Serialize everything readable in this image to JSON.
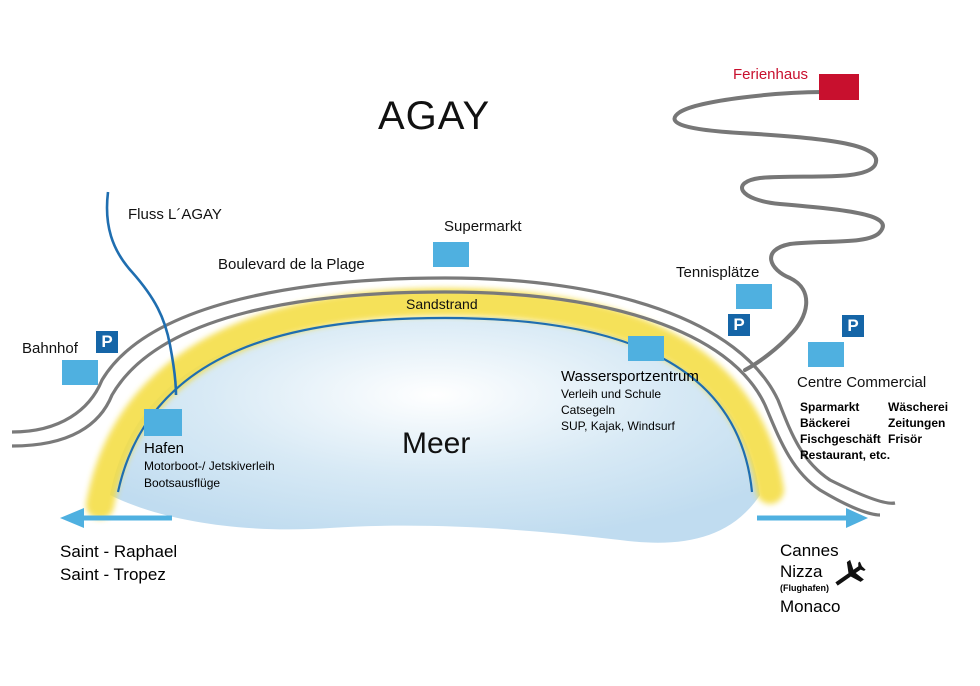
{
  "title": "AGAY",
  "sea": "Meer",
  "river": "Fluss L´AGAY",
  "road": "Boulevard de la Plage",
  "beach": "Sandstrand",
  "supermarket": "Supermarkt",
  "tennis": "Tennisplätze",
  "station": "Bahnhof",
  "parking": "P",
  "holiday_home": "Ferienhaus",
  "harbor": {
    "name": "Hafen",
    "line1": "Motorboot-/ Jetskiverleih",
    "line2": "Bootsausflüge"
  },
  "watersports": {
    "name": "Wassersportzentrum",
    "line1": "Verleih und Schule",
    "line2": "Catsegeln",
    "line3": "SUP, Kajak, Windsurf"
  },
  "commercial": {
    "name": "Centre Commercial",
    "left": [
      "Sparmarkt",
      "Bäckerei",
      "Fischgeschäft",
      "Restaurant, etc."
    ],
    "right": [
      "Wäscherei",
      "Zeitungen",
      "Frisör"
    ]
  },
  "west": [
    "Saint - Raphael",
    "Saint - Tropez"
  ],
  "east": {
    "cannes": "Cannes",
    "nice": "Nizza",
    "airport": "(Flughafen)",
    "monaco": "Monaco"
  },
  "colors": {
    "beach": "#f4dc3c",
    "road": "#7a7a7a",
    "river": "#1f6eb0",
    "building": "#4fb0e0",
    "parking": "#1565a7",
    "holiday_home": "#c8102e",
    "arrow": "#4fb0e0",
    "sea": "#cfe4f2"
  }
}
